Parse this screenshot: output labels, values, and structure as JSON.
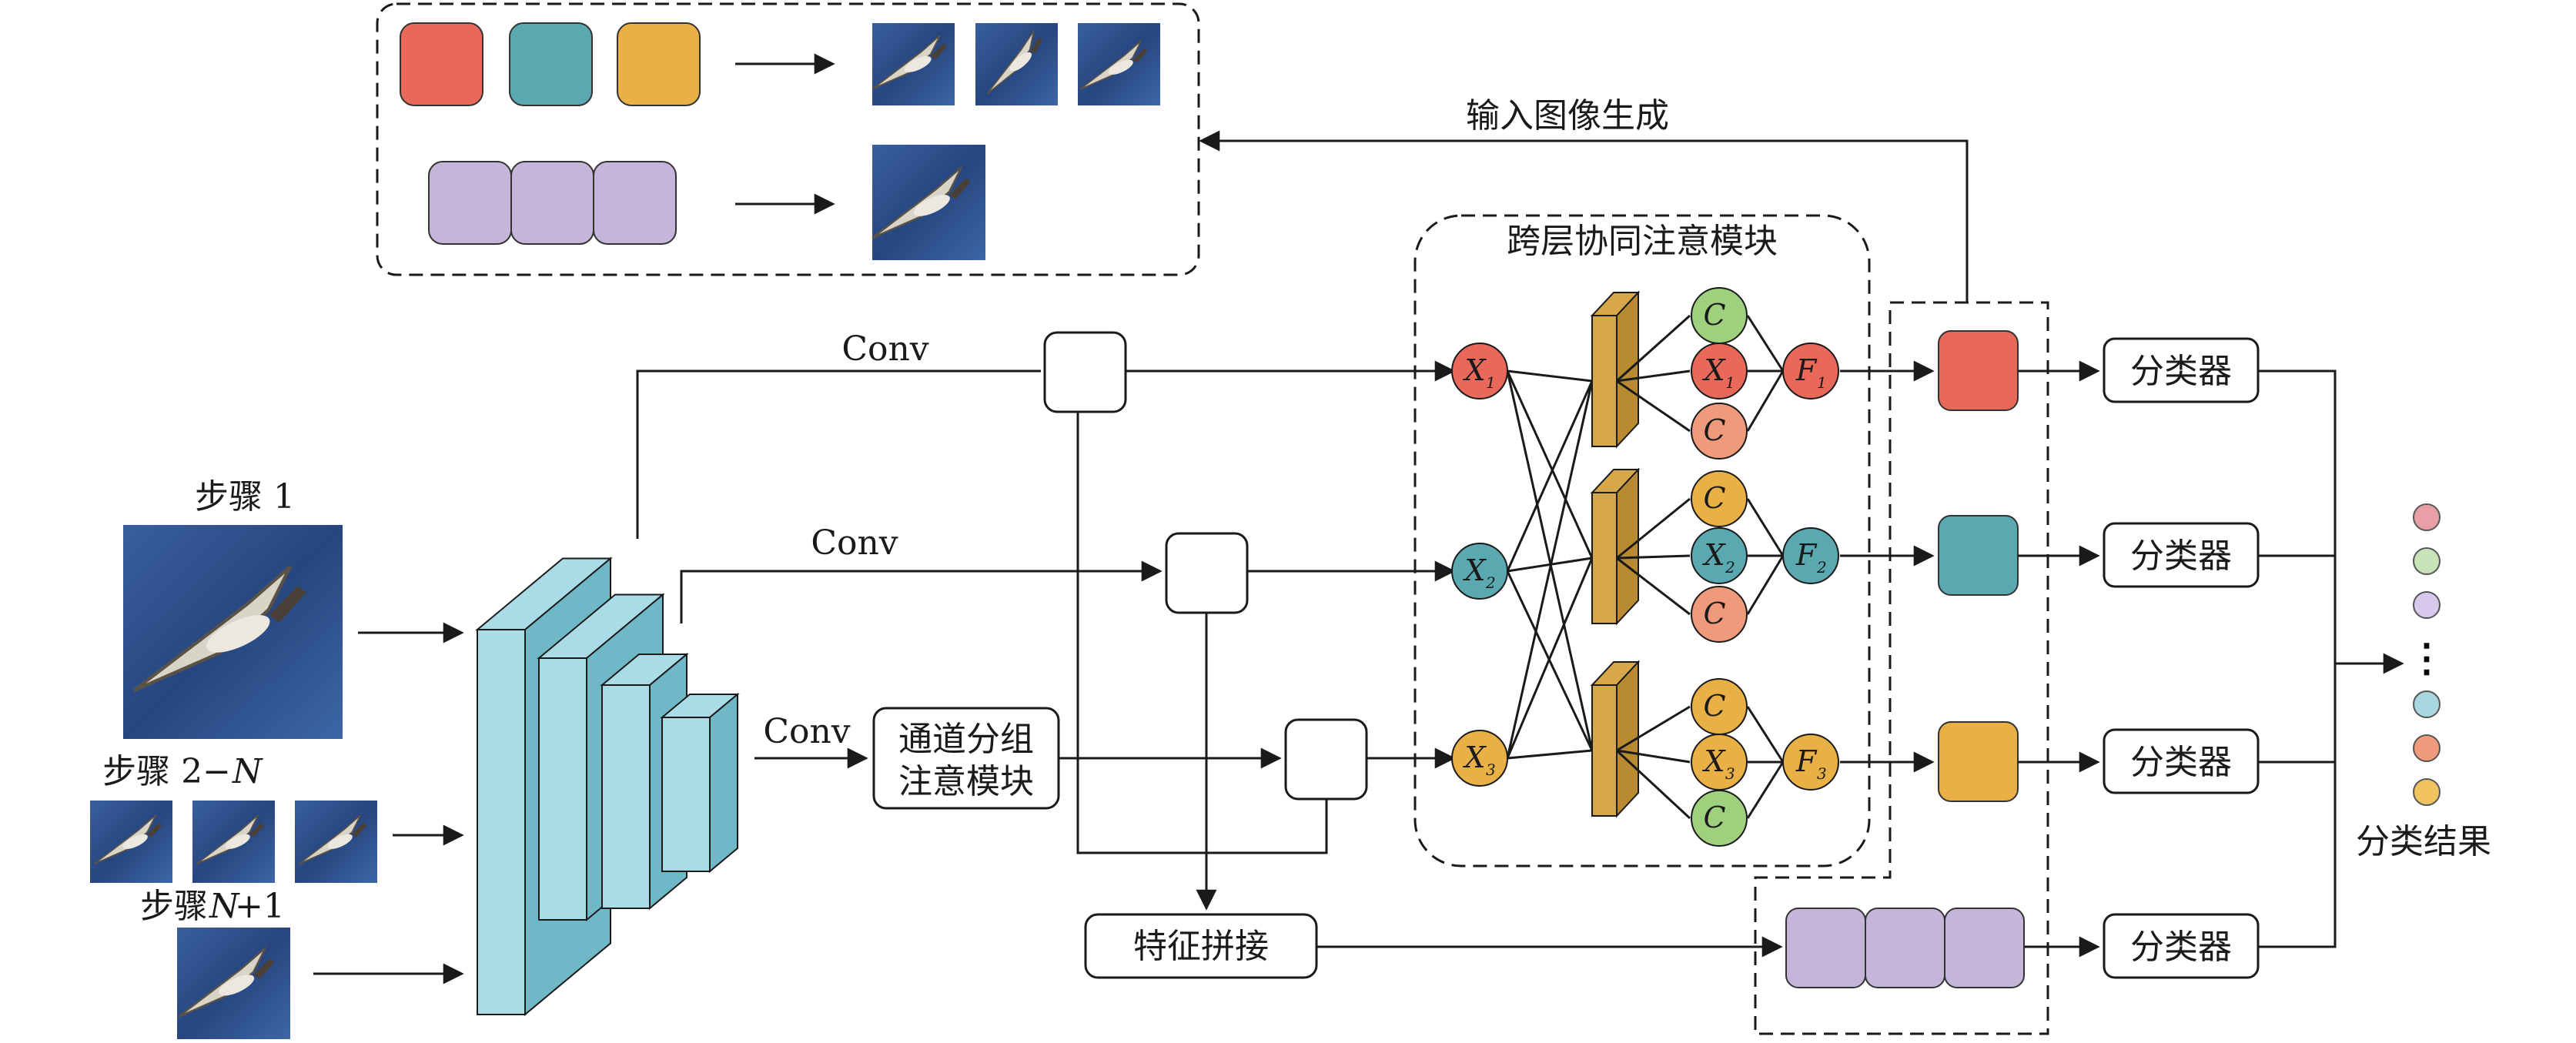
{
  "labels": {
    "step1": "步骤 1",
    "step2_prefix": "步骤 2−",
    "step2_var": "N",
    "step3_prefix": "步骤 ",
    "step3_var": "N",
    "step3_suffix": "+1",
    "conv": "Conv",
    "channel_group_line1": "通道分组",
    "channel_group_line2": "注意模块",
    "feature_concat": "特征拼接",
    "input_image_gen": "输入图像生成",
    "cross_layer_module": "跨层协同注意模块",
    "classifier": "分类器",
    "result": "分类结果"
  },
  "nodes": {
    "X": "X",
    "C": "C",
    "F": "F",
    "sub1": "1",
    "sub2": "2",
    "sub3": "3",
    "vdots": "⋮"
  },
  "colors": {
    "red": "#e8685a",
    "teal": "#5aa9b0",
    "orange": "#e9b046",
    "purple": "#c4b5d9",
    "green": "#9ed07e",
    "cube_face": "#a9dce6",
    "cube_side": "#6fb8c8",
    "bar_gold": "#d6a84a",
    "result_pink": "#e8a0a6",
    "result_green": "#c8e3b7",
    "result_lavender": "#d6c8ea",
    "result_cyan": "#a9d6df",
    "result_salmon": "#ef9a7a",
    "result_yellow": "#f1c360"
  }
}
